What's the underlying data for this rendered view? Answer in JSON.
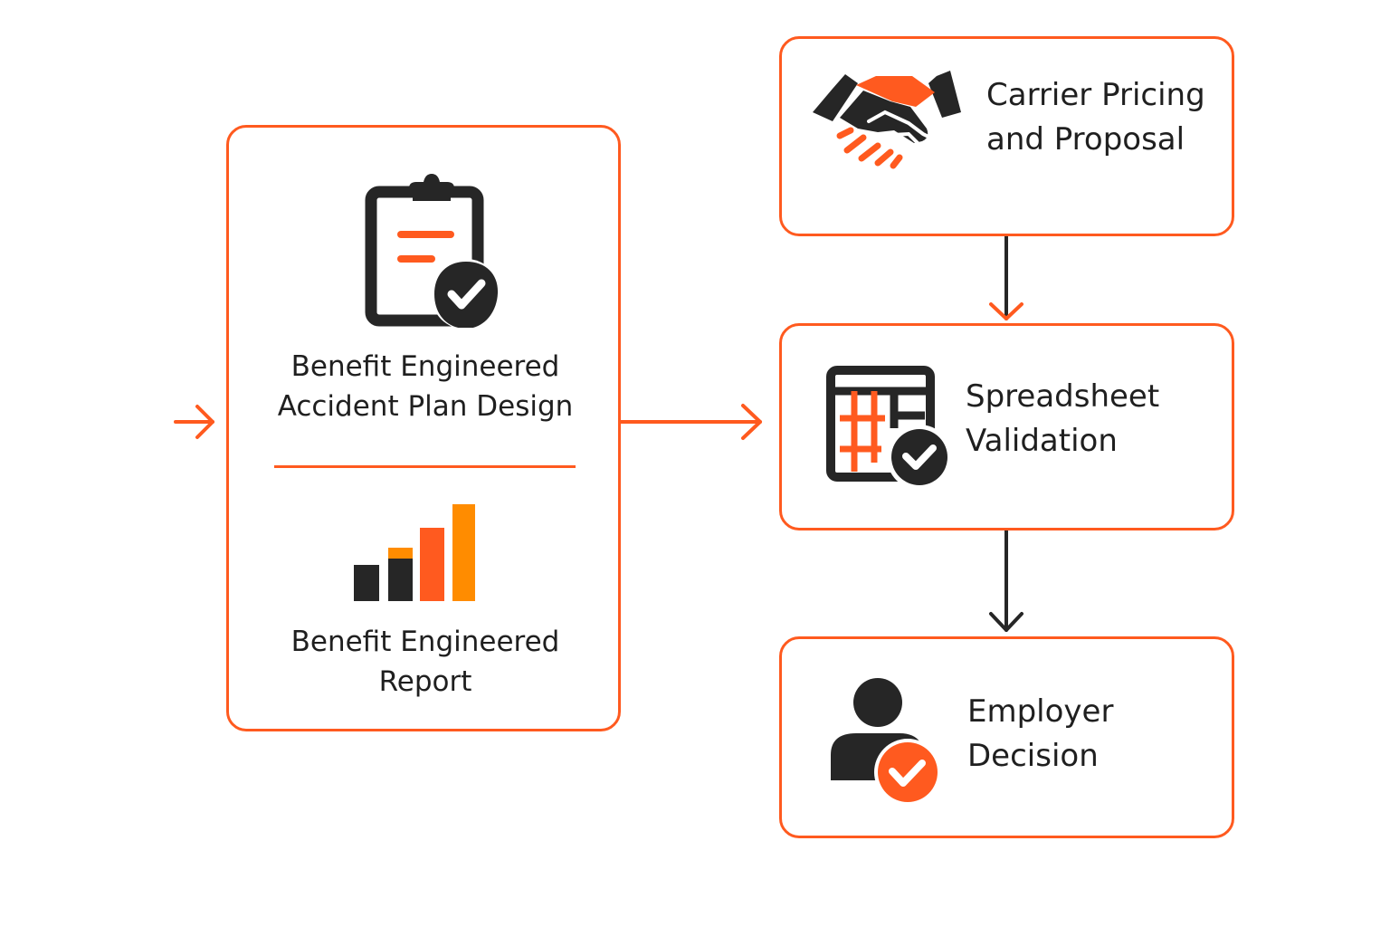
{
  "diagram": {
    "left_panel": {
      "plan_design_lines": [
        "Benefit Engineered",
        "Accident Plan Design"
      ],
      "report_lines": [
        "Benefit Engineered",
        "Report"
      ]
    },
    "steps": {
      "carrier_lines": [
        "Carrier Pricing",
        "and Proposal"
      ],
      "spreadsheet_lines": [
        "Spreadsheet",
        "Validation"
      ],
      "employer_lines": [
        "Employer",
        "Decision"
      ]
    },
    "icons": {
      "plan_design": "clipboard-check-icon",
      "report": "bar-chart-icon",
      "carrier": "handshake-icon",
      "spreadsheet": "spreadsheet-check-icon",
      "employer": "person-check-icon"
    },
    "colors": {
      "accent": "#ff5a1f",
      "accent_light": "#ff8c00",
      "dark": "#262626",
      "text": "#1f1f1f",
      "background": "#ffffff"
    }
  }
}
